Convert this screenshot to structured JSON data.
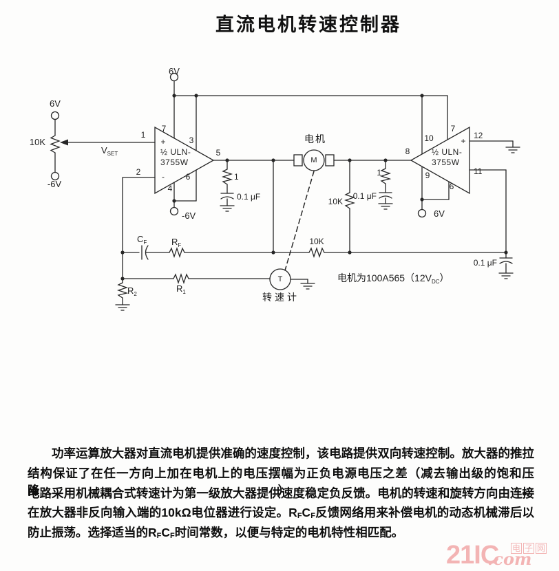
{
  "title": "直流电机转速控制器",
  "schematic": {
    "potentiometer": {
      "value": "10K",
      "top_supply": "6V",
      "bottom_supply": "-6V"
    },
    "vset": {
      "main": "V",
      "sub": "SET"
    },
    "opamp_left": {
      "label_line1": "½ ULN-",
      "label_line2": "3755W",
      "plus": "+",
      "minus": "-",
      "pin1": "1",
      "pin2": "2",
      "pin3": "3",
      "pin4": "4",
      "pin5": "5",
      "pin6": "6",
      "pin7": "7",
      "top_supply": "6V",
      "bottom_supply": "-6V"
    },
    "opamp_right": {
      "label_line1": "½ ULN-",
      "label_line2": "3755W",
      "plus": "+",
      "pin6": "6",
      "pin7": "7",
      "pin8": "8",
      "pin9": "9",
      "pin10": "10",
      "pin11": "11",
      "pin12": "12",
      "bottom_supply": "6V"
    },
    "motor": {
      "label": "电机",
      "symbol": "M"
    },
    "tachometer": {
      "label": "转速计",
      "symbol": "T"
    },
    "snubber_left": {
      "resistor": "1",
      "capacitor": "0.1 μF"
    },
    "snubber_right": {
      "resistor": "1",
      "capacitor": "0.1 μF"
    },
    "resistor_sense": "10K",
    "resistor_feedback_10k": "10K",
    "cap_output": "0.1 μF",
    "cf": {
      "main": "C",
      "sub": "F"
    },
    "rf": {
      "main": "R",
      "sub": "F"
    },
    "r1": {
      "main": "R",
      "sub": "1"
    },
    "r2": {
      "main": "R",
      "sub": "2"
    },
    "motor_note": {
      "main": "电机为100A565（12V",
      "sub": "DC",
      "close": "）"
    }
  },
  "paragraph": {
    "l1": "功率运算放大器对直流电机提供准确的速度控制，该电路提供双向转速控制。放大器的推拉",
    "l2": "结构保证了在任一方向上加在电机上的电压摆幅为正负电源电压之差（减去输出级的饱和压降）。",
    "l3": "电路采用机械耦合式转速计为第一级放大器提供速度稳定负反馈。电机的转速和旋转方向由连接",
    "l4a": "在放大器非反向输入端的10kΩ电位器进行设定。",
    "l4b": "R",
    "l4c": "F",
    "l4d": "C",
    "l4e": "F",
    "l4f": "反馈网络用来补偿电机的动态机械滞后以",
    "l5a": "防止振荡。选择适当的",
    "l5b": "R",
    "l5c": "F",
    "l5d": "C",
    "l5e": "F",
    "l5f": "时间常数，以便与特定的电机特性相匹配。"
  },
  "watermark": {
    "brand": "21IC",
    "com": ".com",
    "cn1": "电",
    "cn2": "子",
    "cn3": "网"
  }
}
